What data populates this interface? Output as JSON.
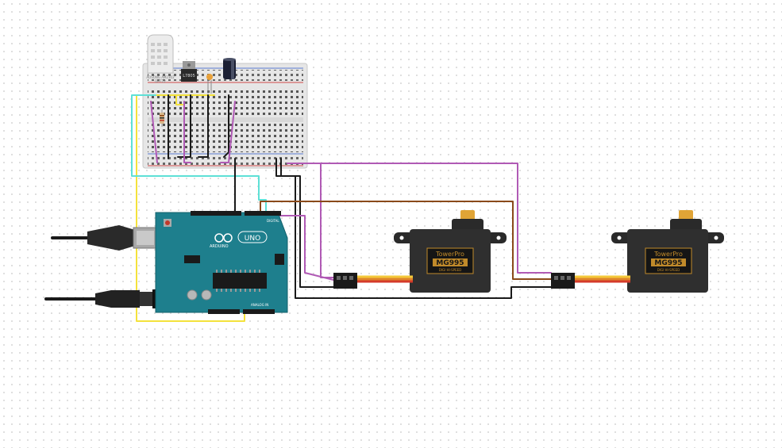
{
  "sensor": {
    "label_line1": "AOSONG AM2302",
    "label_line2": "DHT22"
  },
  "regulator": {
    "label": "L7805"
  },
  "arduino": {
    "brand": "ARDUINO",
    "model": "UNO",
    "digital_label": "DIGITAL",
    "analog_label": "ANALOG IN"
  },
  "servos": [
    {
      "brand": "TowerPro",
      "model": "MG995",
      "sublabel": "DIGI HI-SPEED"
    },
    {
      "brand": "TowerPro",
      "model": "MG995",
      "sublabel": "DIGI HI-SPEED"
    }
  ],
  "colors": {
    "wire_purple": "#b05ab5",
    "wire_yellow": "#f4e23c",
    "wire_cyan": "#5ee0d6",
    "wire_black": "#1a1a1a",
    "wire_brown": "#8a4a1a",
    "arduino_board": "#1e7f8d",
    "servo_body": "#2a2a2a",
    "servo_label": "#c08a2a"
  }
}
